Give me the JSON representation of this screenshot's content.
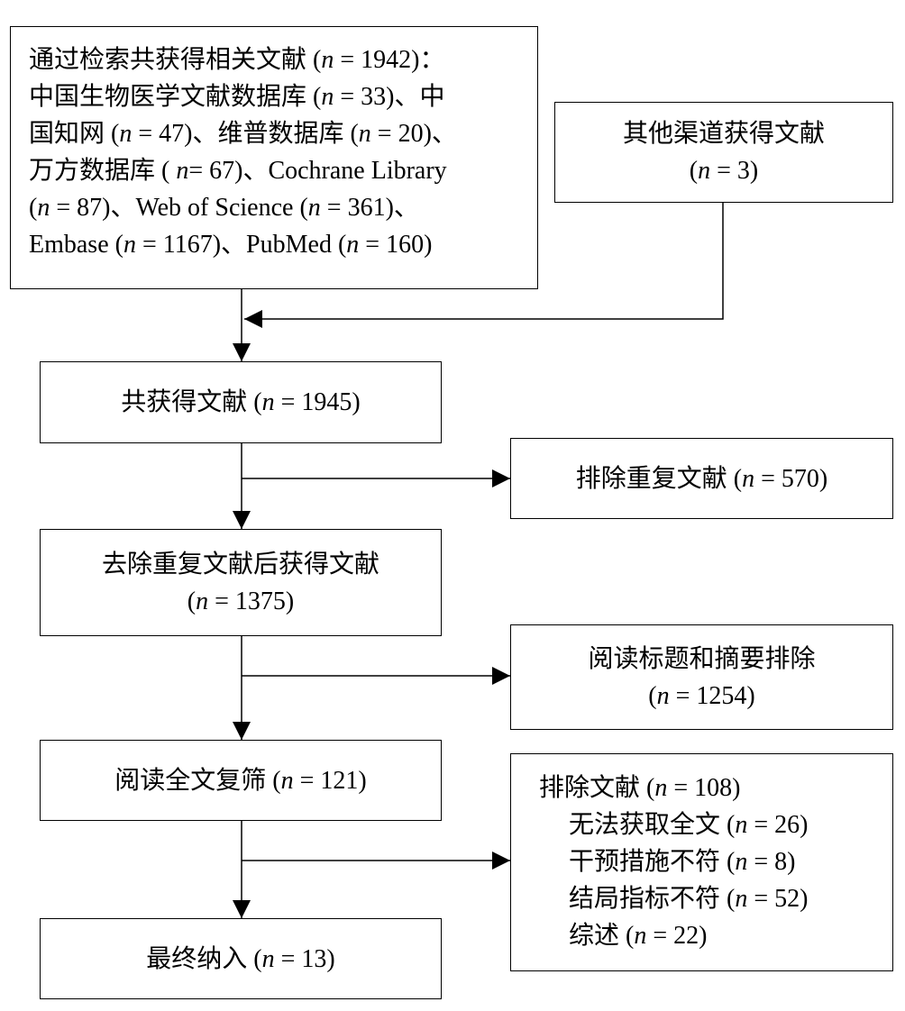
{
  "boxes": {
    "sources": {
      "lines": [
        "通过检索共获得相关文献 (",
        "n",
        " = 1942)：",
        "中国生物医学文献数据库 (",
        " = 33)、中",
        "国知网 (",
        " = 47)、维普数据库 (",
        " = 20)、",
        "万方数据库 ( ",
        "= 67)、Cochrane Library",
        "(",
        " = 87)、Web of Science (",
        " = 361)、",
        "Embase (",
        " = 1167)、PubMed (",
        " = 160)"
      ]
    },
    "other": {
      "title": "其他渠道获得文献",
      "count": " = 3)"
    },
    "total": {
      "title": "共获得文献 (",
      "count": " = 1945)"
    },
    "dup": {
      "title": "排除重复文献 (",
      "count": " = 570)"
    },
    "dedup": {
      "title": "去除重复文献后获得文献",
      "count": " = 1375)"
    },
    "title_abs": {
      "title": "阅读标题和摘要排除",
      "count": " = 1254)"
    },
    "fulltext": {
      "title": "阅读全文复筛 (",
      "count": " = 121)"
    },
    "excluded": {
      "title": "排除文献 (",
      "count": " = 108)",
      "reasons": [
        {
          "label": "无法获取全文 (",
          "count": " = 26)"
        },
        {
          "label": "干预措施不符 (",
          "count": " = 8)"
        },
        {
          "label": "结局指标不符 (",
          "count": " = 52)"
        },
        {
          "label": "综述 (",
          "count": " = 22)"
        }
      ]
    },
    "final": {
      "title": "最终纳入 (",
      "count": " = 13)"
    }
  },
  "symbols": {
    "n": "n",
    "open": "("
  }
}
